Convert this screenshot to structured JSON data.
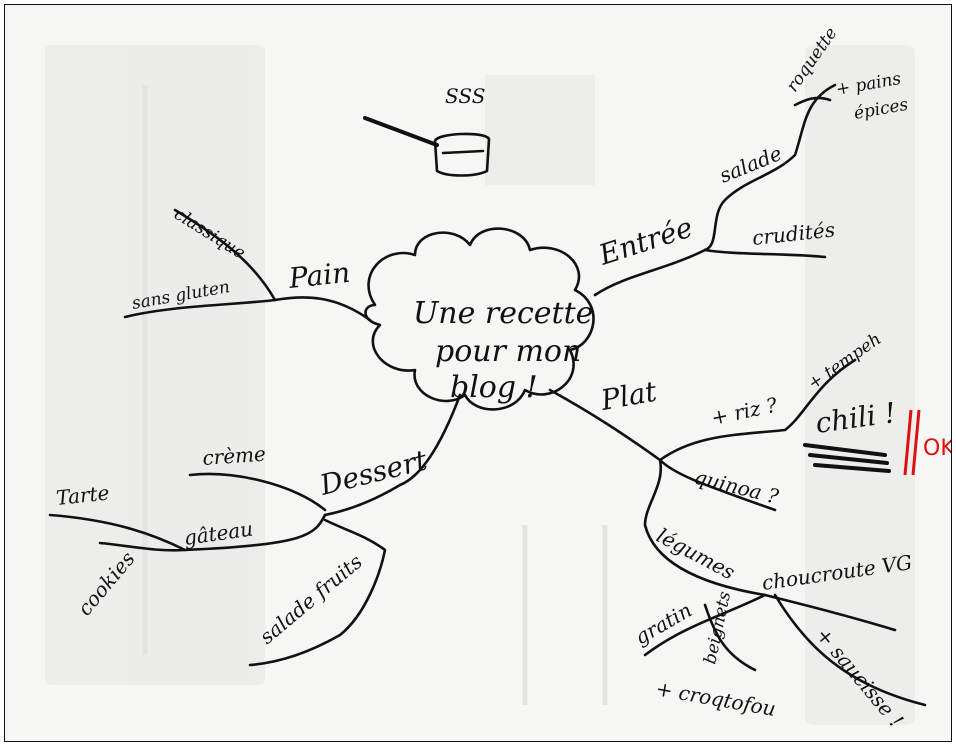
{
  "center": {
    "line1": "Une recette",
    "line2": "pour mon",
    "line3": "blog !"
  },
  "top_marks": "SSS",
  "branches": {
    "entree": {
      "label": "Entrée",
      "salade": "salade",
      "roquette": "roquette",
      "pains_epices_1": "+ pains",
      "pains_epices_2": "épices",
      "crudites": "crudités"
    },
    "plat": {
      "label": "Plat",
      "riz": "+ riz ?",
      "tempeh": "+ tempeh",
      "chili": "chili !",
      "quinoa": "quinoa ?",
      "legumes": "légumes",
      "choucroute": "choucroute VG",
      "saucisse": "+ saucisse !",
      "gratin": "gratin",
      "beignets": "beignets",
      "croqtofou": "+ croqtofou"
    },
    "pain": {
      "label": "Pain",
      "classique": "classique",
      "sans_gluten": "sans gluten"
    },
    "dessert": {
      "label": "Dessert",
      "creme": "crème",
      "gateau": "gâteau",
      "tarte": "Tarte",
      "cookies": "cookies",
      "salade_fruits": "salade fruits"
    }
  },
  "annotation": {
    "text": "OK",
    "color": "#dd1111"
  }
}
